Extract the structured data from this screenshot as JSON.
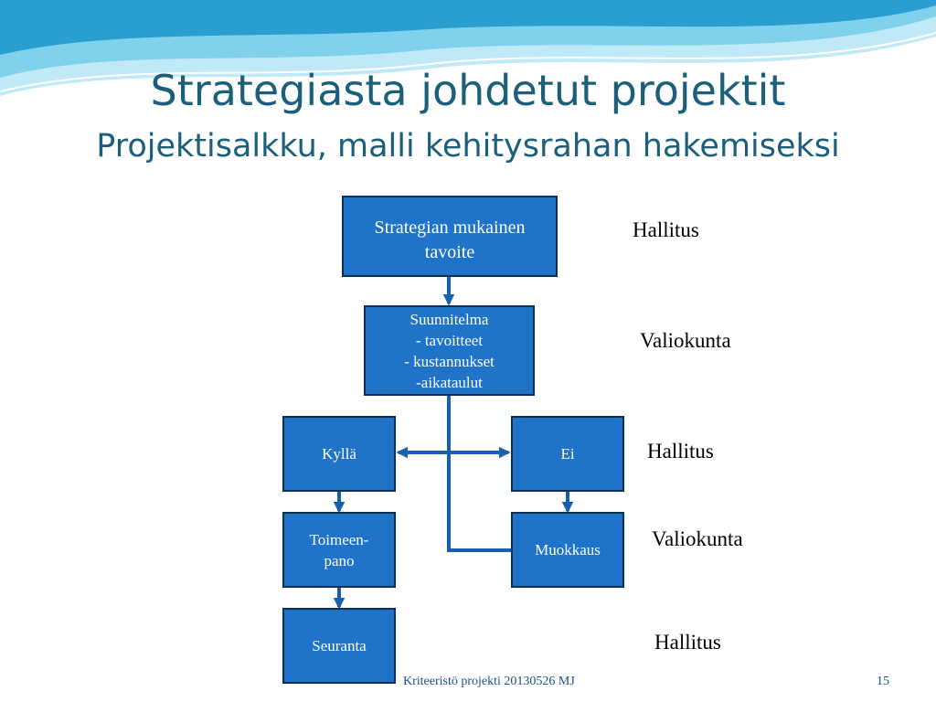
{
  "slide": {
    "title": "Strategiasta johdetut projektit",
    "subtitle": "Projektisalkku, malli kehitysrahan hakemiseksi"
  },
  "colors": {
    "box_fill": "#1f73c9",
    "box_border": "#0c2f52",
    "title": "#1b5f7a",
    "connector": "#1660b0",
    "wave_light": "#bfe9f6",
    "wave_mid": "#7fd1ec",
    "wave_dark": "#2a9fcf"
  },
  "flow": {
    "goal": {
      "lines": [
        "Strategian mukainen",
        "tavoite"
      ]
    },
    "plan": {
      "lines": [
        "Suunnitelma",
        "- tavoitteet",
        "- kustannukset",
        "-aikataulut"
      ]
    },
    "yes": {
      "label": "Kyllä"
    },
    "no": {
      "label": "Ei"
    },
    "implementation": {
      "lines": [
        "Toimeen-",
        "pano"
      ]
    },
    "revision": {
      "label": "Muokkaus"
    },
    "monitoring": {
      "label": "Seuranta"
    }
  },
  "roles": [
    "Hallitus",
    "Valiokunta",
    "Hallitus",
    "Valiokunta",
    "Hallitus"
  ],
  "footer": {
    "text": "Kriteeristö projekti 20130526 MJ",
    "page_number": "15"
  }
}
